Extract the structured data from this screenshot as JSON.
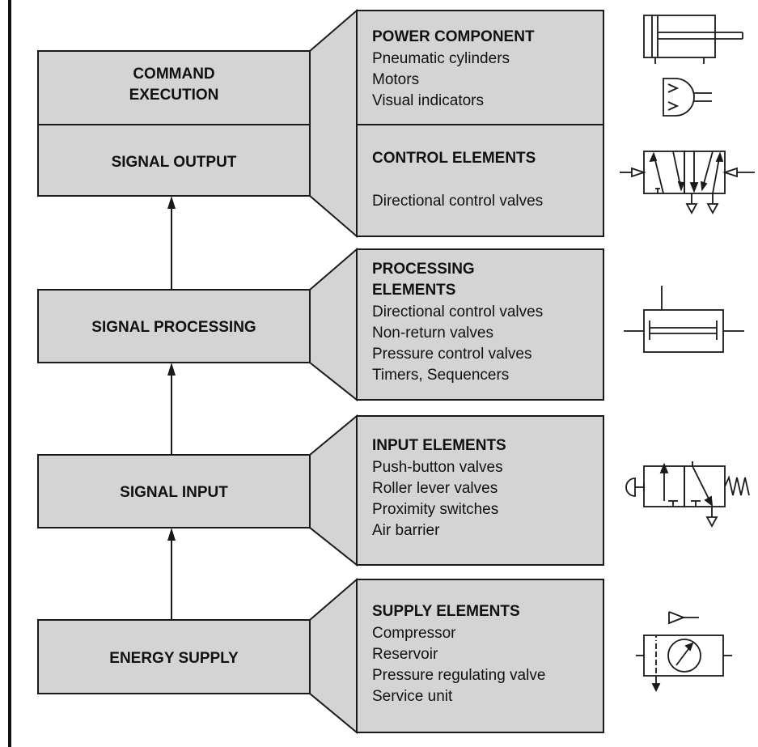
{
  "colors": {
    "box_fill": "#d4d4d4",
    "stroke": "#1a1a1a",
    "background": "#ffffff"
  },
  "stages": [
    {
      "id": "command-execution",
      "label_lines": [
        "COMMAND",
        "EXECUTION"
      ]
    },
    {
      "id": "signal-output",
      "label_lines": [
        "SIGNAL OUTPUT"
      ]
    },
    {
      "id": "signal-processing",
      "label_lines": [
        "SIGNAL PROCESSING"
      ]
    },
    {
      "id": "signal-input",
      "label_lines": [
        "SIGNAL INPUT"
      ]
    },
    {
      "id": "energy-supply",
      "label_lines": [
        "ENERGY SUPPLY"
      ]
    }
  ],
  "panels": [
    {
      "id": "power-component",
      "heading_lines": [
        "POWER COMPONENT"
      ],
      "items": [
        "Pneumatic cylinders",
        "Motors",
        "Visual indicators"
      ],
      "symbols": [
        "double-acting-cylinder-icon",
        "pneumatic-motor-icon"
      ]
    },
    {
      "id": "control-elements",
      "heading_lines": [
        "CONTROL ELEMENTS"
      ],
      "items": [
        "Directional control valves"
      ],
      "symbols": [
        "five-port-directional-valve-icon"
      ]
    },
    {
      "id": "processing-elements",
      "heading_lines": [
        "PROCESSING",
        "ELEMENTS"
      ],
      "items": [
        "Directional control valves",
        "Non-return valves",
        "Pressure control valves",
        "Timers, Sequencers"
      ],
      "symbols": [
        "shuttle-valve-icon"
      ]
    },
    {
      "id": "input-elements",
      "heading_lines": [
        "INPUT ELEMENTS"
      ],
      "items": [
        "Push-button valves",
        "Roller lever valves",
        "Proximity switches",
        "Air barrier"
      ],
      "symbols": [
        "push-button-valve-icon"
      ]
    },
    {
      "id": "supply-elements",
      "heading_lines": [
        "SUPPLY ELEMENTS"
      ],
      "items": [
        "Compressor",
        "Reservoir",
        "Pressure regulating valve",
        "Service unit"
      ],
      "symbols": [
        "service-unit-icon"
      ]
    }
  ]
}
